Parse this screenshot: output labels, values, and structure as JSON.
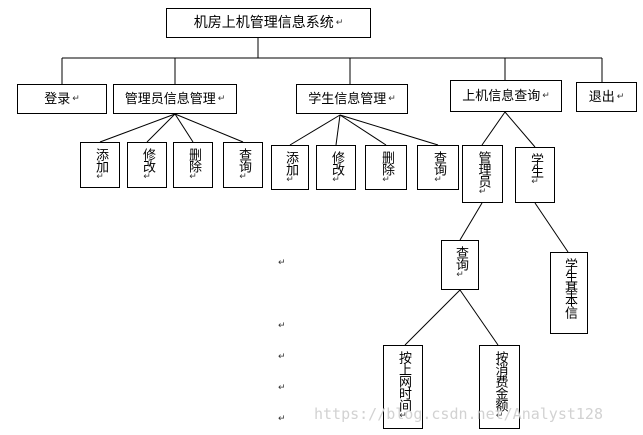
{
  "diagram": {
    "root": {
      "label": "机房上机管理信息系统",
      "mark": "↵"
    },
    "level1": {
      "login": {
        "label": "登录",
        "mark": "↵"
      },
      "admin_info": {
        "label": "管理员信息管理",
        "mark": "↵"
      },
      "student_info": {
        "label": "学生信息管理",
        "mark": "↵"
      },
      "online_query": {
        "label": "上机信息查询",
        "mark": "↵"
      },
      "exit": {
        "label": "退出",
        "mark": "↵"
      }
    },
    "admin_ops": [
      {
        "label": "添加",
        "mark": "↵"
      },
      {
        "label": "修改",
        "mark": "↵"
      },
      {
        "label": "删除",
        "mark": "↵"
      },
      {
        "label": "查询",
        "mark": "↵"
      }
    ],
    "student_ops": [
      {
        "label": "添加",
        "mark": "↵"
      },
      {
        "label": "修改",
        "mark": "↵"
      },
      {
        "label": "删除",
        "mark": "↵"
      },
      {
        "label": "查询",
        "mark": "↵"
      }
    ],
    "query_branches": {
      "admin": {
        "label": "管理员",
        "mark": "↵"
      },
      "student": {
        "label": "学生",
        "mark": "↵"
      }
    },
    "admin_query": {
      "label": "查询",
      "mark": "↵"
    },
    "by_time": {
      "label": "按上网时间",
      "mark": "↵"
    },
    "by_fee": {
      "label": "按消费金额",
      "mark": "↵"
    },
    "student_basic": {
      "label": "学生基本信"
    },
    "stray_marks": [
      "↵",
      "↵",
      "↵",
      "↵",
      "↵"
    ]
  },
  "watermark": "https://blog.csdn.net/Analyst128"
}
